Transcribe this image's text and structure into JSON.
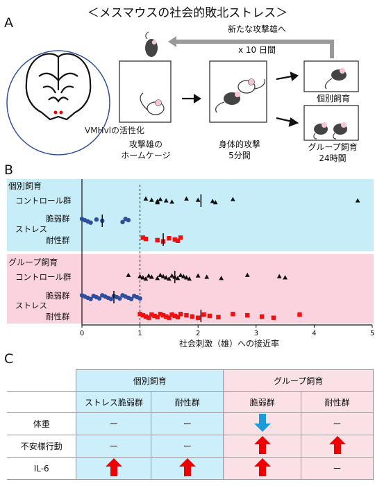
{
  "title": "＜メスマウスの社会的敗北ストレス＞",
  "panelA": {
    "letter": "A",
    "brain_label": "VMHvlの活性化",
    "repeat_label": "新たな攻撃雄へ",
    "repeat_count": "x 10 日間",
    "step1_label": "攻撃雄の\nホームケージ",
    "step2_label": "身体的攻撃\n5分間",
    "out1_label": "個別飼育",
    "out2_label": "グループ飼育\n24時間"
  },
  "panelB": {
    "letter": "B",
    "section1": "個別飼育",
    "section2": "グループ飼育",
    "row_control": "コントロール群",
    "row_stress": "ストレス",
    "row_vulnerable": "脆弱群",
    "row_resilient": "耐性群",
    "xlabel": "社会刺激（雄）への接近率",
    "colors": {
      "blue_band": "#c7edf9",
      "pink_band": "#fad3de",
      "control": "#111111",
      "vulnerable": "#2d4f9e",
      "resilient": "#ee1111"
    }
  },
  "chart_data": {
    "type": "scatter",
    "xlim": [
      0,
      5
    ],
    "xticks": [
      "0",
      "1",
      "2",
      "3",
      "4",
      "5"
    ],
    "threshold": 1,
    "groups": [
      {
        "section": "個別飼育",
        "row": "コントロール群",
        "marker": "triangle",
        "values": [
          1.1,
          1.2,
          1.3,
          1.3,
          1.35,
          1.45,
          1.55,
          1.8,
          2.0,
          2.25,
          2.3,
          2.6,
          4.75
        ],
        "median": 2.05
      },
      {
        "section": "個別飼育",
        "row": "脆弱群",
        "marker": "circle",
        "values": [
          0.0,
          0.05,
          0.1,
          0.15,
          0.25,
          0.35,
          0.7,
          0.75,
          0.8
        ],
        "median": 0.35
      },
      {
        "section": "個別飼育",
        "row": "耐性群",
        "marker": "square",
        "values": [
          1.05,
          1.1,
          1.3,
          1.4,
          1.5,
          1.6,
          1.65,
          1.7
        ],
        "median": 1.4
      },
      {
        "section": "グループ飼育",
        "row": "コントロール群",
        "marker": "triangle",
        "values": [
          0.8,
          1.0,
          1.05,
          1.1,
          1.15,
          1.2,
          1.3,
          1.35,
          1.4,
          1.45,
          1.5,
          1.55,
          1.6,
          1.65,
          1.7,
          1.75,
          1.8,
          1.85,
          2.0,
          2.15,
          2.4,
          2.85,
          3.4,
          3.5
        ],
        "median": 1.6
      },
      {
        "section": "グループ飼育",
        "row": "脆弱群",
        "marker": "circle",
        "values": [
          0.0,
          0.05,
          0.1,
          0.15,
          0.2,
          0.25,
          0.3,
          0.35,
          0.4,
          0.45,
          0.5,
          0.55,
          0.6,
          0.65,
          0.7,
          0.75,
          0.8,
          0.85,
          0.9,
          0.95,
          1.0
        ],
        "median": 0.55
      },
      {
        "section": "グループ飼育",
        "row": "耐性群",
        "marker": "square",
        "values": [
          1.0,
          1.05,
          1.1,
          1.15,
          1.2,
          1.25,
          1.3,
          1.35,
          1.4,
          1.45,
          1.5,
          1.55,
          1.6,
          1.65,
          1.7,
          1.8,
          1.9,
          2.0,
          2.1,
          2.2,
          2.35,
          2.6,
          2.85,
          3.1,
          3.3,
          3.75
        ],
        "median": 2.05
      }
    ]
  },
  "panelC": {
    "letter": "C",
    "header_solo": "個別飼育",
    "header_group": "グループ飼育",
    "sub": [
      "ストレス脆弱群",
      "耐性群",
      "脆弱群",
      "耐性群"
    ],
    "rows": [
      {
        "label": "体重",
        "cells": [
          "dash",
          "dash",
          "down",
          "dash"
        ]
      },
      {
        "label": "不安様行動",
        "cells": [
          "dash",
          "dash",
          "up",
          "up"
        ]
      },
      {
        "label": "IL-6",
        "cells": [
          "up",
          "up",
          "up",
          "dash"
        ]
      }
    ],
    "dash_text": "ー"
  }
}
